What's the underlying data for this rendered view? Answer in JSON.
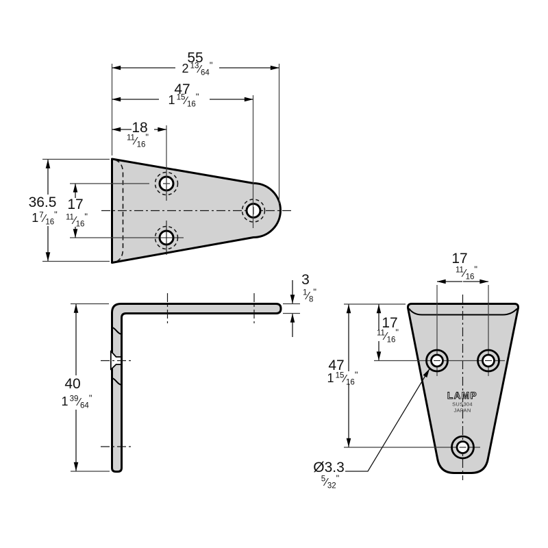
{
  "marks": {
    "slash": "⁄",
    "inch": "\""
  },
  "brand": {
    "logo": "LAMP",
    "material": "SUS304",
    "country": "JAPAN"
  },
  "colors": {
    "plate": "#d2d2d2",
    "line": "#000000",
    "background": "#ffffff"
  },
  "dims": {
    "w55": {
      "mm": "55",
      "whole": "2",
      "num": "13",
      "den": "64"
    },
    "w47": {
      "mm": "47",
      "whole": "1",
      "num": "15",
      "den": "16"
    },
    "w18": {
      "mm": "18",
      "whole": "",
      "num": "11",
      "den": "16"
    },
    "h365": {
      "mm": "36.5",
      "whole": "1",
      "num": "7",
      "den": "16"
    },
    "s17": {
      "mm": "17",
      "whole": "",
      "num": "11",
      "den": "16"
    },
    "leg40": {
      "mm": "40",
      "whole": "1",
      "num": "39",
      "den": "64"
    },
    "t3": {
      "mm": "3",
      "whole": "",
      "num": "1",
      "den": "8"
    },
    "f17": {
      "mm": "17",
      "whole": "",
      "num": "11",
      "den": "16"
    },
    "ft17": {
      "mm": "17",
      "whole": "",
      "num": "11",
      "den": "16"
    },
    "f47": {
      "mm": "47",
      "whole": "1",
      "num": "15",
      "den": "16"
    },
    "dia33": {
      "mm": "Ø3.3",
      "whole": "",
      "num": "5",
      "den": "32"
    }
  }
}
